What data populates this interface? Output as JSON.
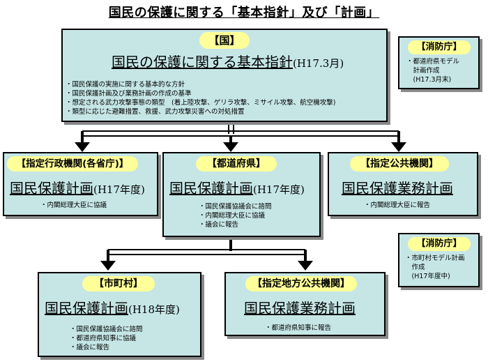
{
  "title": "国民の保護に関する「基本指針」及び「計画」",
  "national": {
    "tag": "【国】",
    "title_main": "国民の保護に関する基本指針",
    "title_sub": "(H17.3月)",
    "items": [
      "国民保護の実施に関する基本的な方針",
      "国民保護計画及び業務計画の作成の基準",
      "想定される武力攻撃事態の類型　(着上陸攻撃、ゲリラ攻撃、ミサイル攻撃、航空機攻撃)",
      "類型に応じた避難措置、救援、武力攻撃災害への対処措置"
    ]
  },
  "fdma_top": {
    "tag": "【消防庁】",
    "lines": [
      "・都道府県モデル",
      "　計画作成",
      "　(H17.3月末)"
    ]
  },
  "designated_admin": {
    "tag": "【指定行政機関(各省庁)】",
    "title_main": "国民保護計画",
    "title_sub": "(H17年度)",
    "items": [
      "内閣総理大臣に協議"
    ]
  },
  "prefecture": {
    "tag": "【都道府県】",
    "title_main": "国民保護計画",
    "title_sub": "(H17年度)",
    "items": [
      "国民保護協議会に諮問",
      "内閣総理大臣に協議",
      "議会に報告"
    ]
  },
  "designated_public": {
    "tag": "【指定公共機関】",
    "title_main": "国民保護業務計画",
    "items": [
      "内閣総理大臣に報告"
    ]
  },
  "fdma_bottom": {
    "tag": "【消防庁】",
    "lines": [
      "・市町村モデル計画",
      "　作成",
      "　(H17年度中)"
    ]
  },
  "municipality": {
    "tag": "【市町村】",
    "title_main": "国民保護計画",
    "title_sub": "(H18年度)",
    "items": [
      "国民保護協議会に諮問",
      "都道府県知事に協議",
      "議会に報告"
    ]
  },
  "designated_local": {
    "tag": "【指定地方公共機関】",
    "title_main": "国民保護業務計画",
    "items": [
      "都道府県知事に報告"
    ]
  }
}
